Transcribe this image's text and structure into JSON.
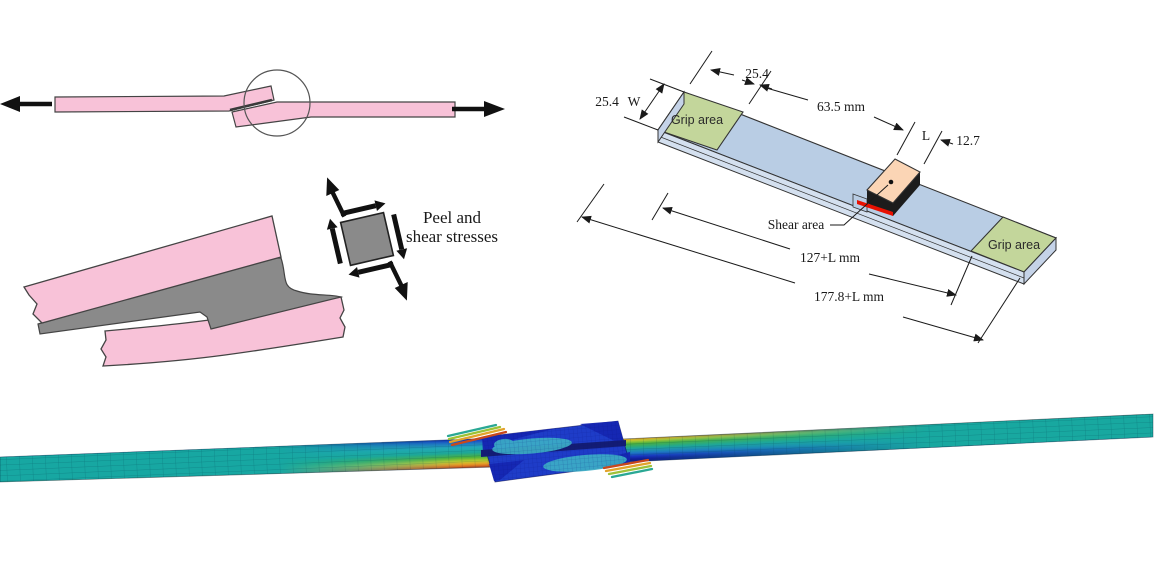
{
  "figure": {
    "peel": {
      "line1": "Peel and",
      "line2": "shear stresses"
    },
    "specimen": {
      "grip_left": "Grip area",
      "grip_right": "Grip area",
      "shear_area": "Shear area",
      "dim_width": "25.4",
      "dim_width_letter": "W",
      "dim_grip": "25.4",
      "dim_free": "63.5 mm",
      "dim_L": "L",
      "dim_overlap": "12.7",
      "dim_inner": "127+L mm",
      "dim_total": "177.8+L mm"
    },
    "colors": {
      "adherend_pink": "#f8c2d8",
      "adhesive_gray": "#8a8a8a",
      "grip_green": "#c3d69b",
      "strip_blue": "#b9cde4",
      "shear_peach": "#fbd5b5",
      "adhesive_red": "#e81000",
      "fem_teal": "#17a7a2",
      "fem_blue": "#1e3cc8",
      "fem_navy": "#131f96"
    }
  }
}
